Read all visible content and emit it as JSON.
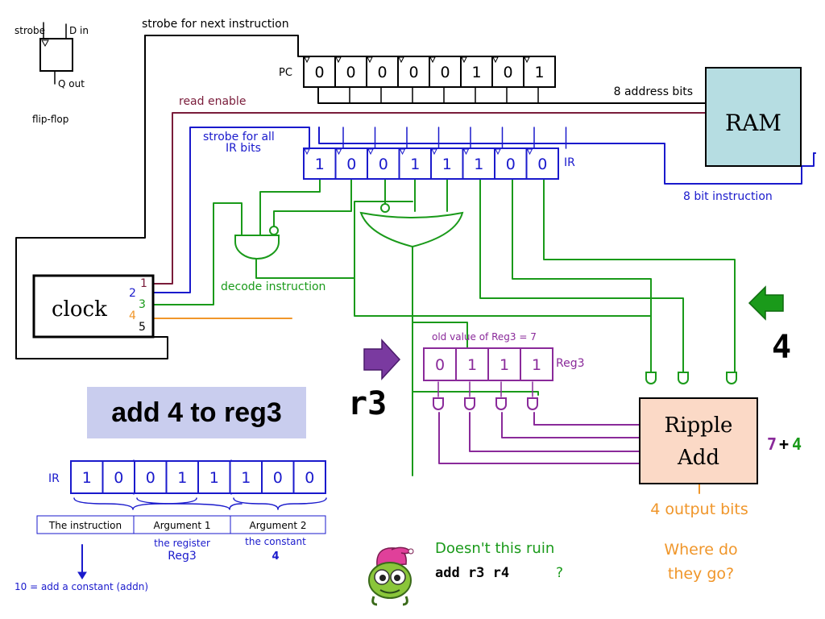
{
  "flipflop": {
    "strobe": "strobe",
    "d_in": "D in",
    "q_out": "Q out",
    "caption": "flip-flop"
  },
  "labels": {
    "strobe_next": "strobe for next instruction",
    "read_enable": "read enable",
    "strobe_ir": "strobe for all",
    "strobe_ir2": "IR bits",
    "address_bits": "8 address bits",
    "instruction_bits": "8 bit instruction",
    "decode": "decode instruction",
    "old_value": "old value of Reg3 = 7",
    "reg3": "Reg3",
    "output_bits": "4 output bits",
    "where1": "Where do",
    "where2": "they go?"
  },
  "pc": {
    "label": "PC",
    "bits": [
      "0",
      "0",
      "0",
      "0",
      "0",
      "1",
      "0",
      "1"
    ]
  },
  "ir": {
    "label": "IR",
    "bits": [
      "1",
      "0",
      "0",
      "1",
      "1",
      "1",
      "0",
      "0"
    ]
  },
  "reg3_bits": [
    "0",
    "1",
    "1",
    "1"
  ],
  "ram": "RAM",
  "clock": {
    "label": "clock",
    "pins": [
      "1",
      "2",
      "3",
      "4",
      "5"
    ]
  },
  "ripple": {
    "line1": "Ripple",
    "line2": "Add"
  },
  "sum": {
    "a": "7",
    "plus": "+",
    "b": "4"
  },
  "constant": "4",
  "register": "r3",
  "banner": "add 4 to reg3",
  "decode_ir": {
    "label": "IR",
    "bits": [
      "1",
      "0",
      "0",
      "1",
      "1",
      "1",
      "0",
      "0"
    ],
    "sections": [
      "The instruction",
      "Argument 1",
      "Argument 2"
    ],
    "arg1_note": "the register",
    "arg1_value": "Reg3",
    "arg2_note": "the constant",
    "arg2_value": "4",
    "opcode_note": "10  =  add a constant (addn)"
  },
  "question": {
    "line1": "Doesn't this ruin",
    "code": "add r3 r4",
    "mark": "?"
  },
  "colors": {
    "black": "#000000",
    "blue": "#1a1acc",
    "maroon": "#7a1c3a",
    "green": "#1a9a1a",
    "orange": "#f0962a",
    "purple": "#8a2a9a",
    "ram_fill": "#b6dde2",
    "ripple_fill": "#fbd9c6",
    "banner_fill": "#c9cdee"
  }
}
